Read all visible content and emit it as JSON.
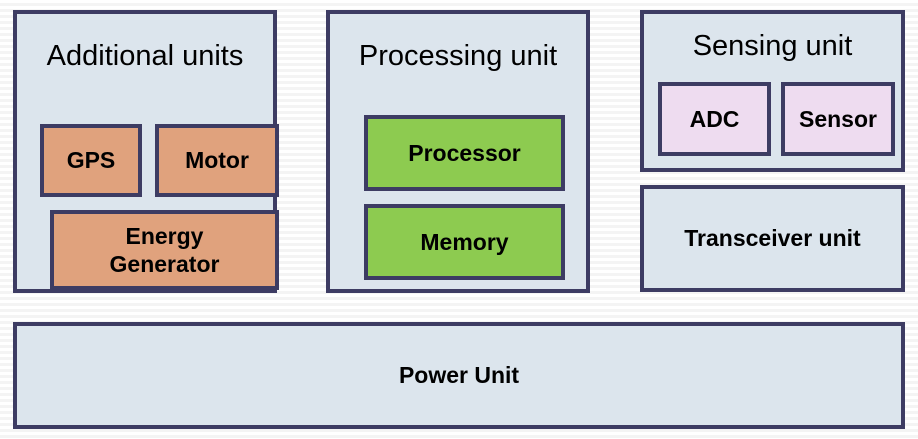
{
  "diagram": {
    "type": "block-diagram",
    "background": "#ffffff",
    "colors": {
      "border": "#3d3c63",
      "panel_fill": "#dce5ed",
      "orange_fill": "#e0a27d",
      "green_fill": "#8dcb50",
      "pink_fill": "#eedcf0"
    },
    "panels": [
      {
        "id": "additional-units",
        "title": "Additional units",
        "fill": "#dce5ed",
        "blocks": [
          {
            "id": "gps",
            "label": "GPS",
            "fill": "#e0a27d"
          },
          {
            "id": "motor",
            "label": "Motor",
            "fill": "#e0a27d"
          },
          {
            "id": "energy-generator",
            "label": "Energy Generator",
            "line1": "Energy",
            "line2": "Generator",
            "fill": "#e0a27d"
          }
        ]
      },
      {
        "id": "processing-unit",
        "title": "Processing unit",
        "fill": "#dce5ed",
        "blocks": [
          {
            "id": "processor",
            "label": "Processor",
            "fill": "#8dcb50"
          },
          {
            "id": "memory",
            "label": "Memory",
            "fill": "#8dcb50"
          }
        ]
      },
      {
        "id": "sensing-unit",
        "title": "Sensing unit",
        "fill": "#dce5ed",
        "blocks": [
          {
            "id": "adc",
            "label": "ADC",
            "fill": "#eedcf0"
          },
          {
            "id": "sensor",
            "label": "Sensor",
            "fill": "#eedcf0"
          }
        ]
      }
    ],
    "standalone_blocks": [
      {
        "id": "transceiver-unit",
        "label": "Transceiver unit",
        "fill": "#dce5ed"
      },
      {
        "id": "power-unit",
        "label": "Power Unit",
        "fill": "#dce5ed"
      }
    ]
  }
}
